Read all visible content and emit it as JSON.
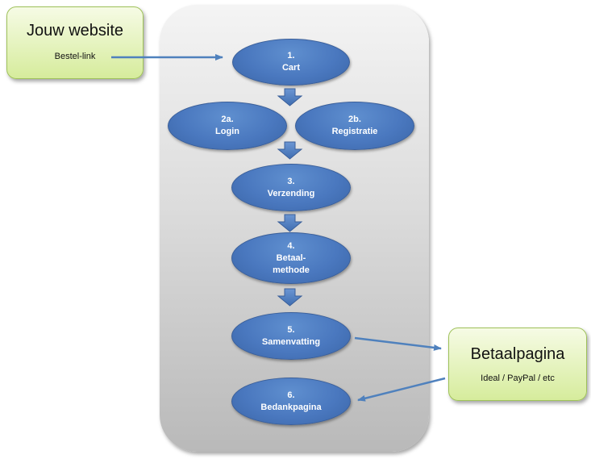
{
  "website_box": {
    "title": "Jouw website",
    "link": "Bestel-link"
  },
  "payment_box": {
    "title": "Betaalpagina",
    "subtitle": "Ideal / PayPal / etc"
  },
  "steps": [
    {
      "num": "1.",
      "lines": [
        "Cart"
      ]
    },
    {
      "num": "2a.",
      "lines": [
        "Login"
      ]
    },
    {
      "num": "2b.",
      "lines": [
        "Registratie"
      ]
    },
    {
      "num": "3.",
      "lines": [
        "Verzending"
      ]
    },
    {
      "num": "4.",
      "lines": [
        "Betaal-",
        "methode"
      ]
    },
    {
      "num": "5.",
      "lines": [
        "Samenvatting"
      ]
    },
    {
      "num": "6.",
      "lines": [
        "Bedankpagina"
      ]
    }
  ],
  "colors": {
    "node_fill": "#4a78bf",
    "callout_fill": "#d6ec9c",
    "arrow": "#4f81bd",
    "panel": "#d9d9d9"
  }
}
